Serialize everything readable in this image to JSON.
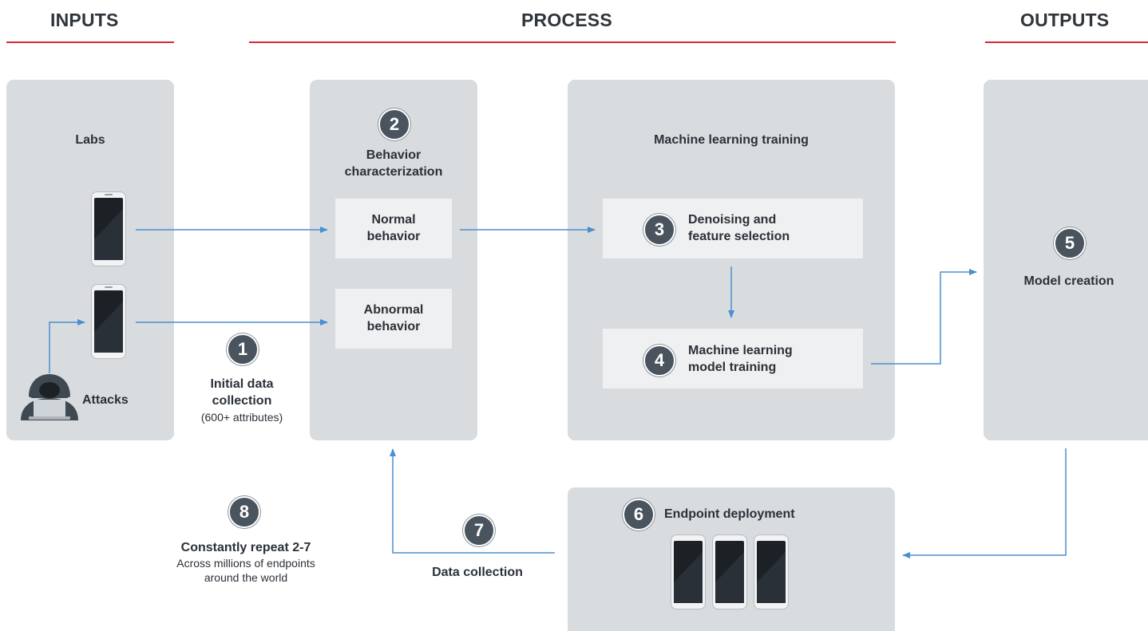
{
  "headers": {
    "inputs": "INPUTS",
    "process": "PROCESS",
    "outputs": "OUTPUTS"
  },
  "inputs_panel": {
    "labs": "Labs",
    "attacks": "Attacks"
  },
  "steps": {
    "s1": {
      "num": "1",
      "title_line1": "Initial data",
      "title_line2": "collection",
      "note": "(600+ attributes)"
    },
    "s2": {
      "num": "2",
      "title_line1": "Behavior",
      "title_line2": "characterization"
    },
    "normal": {
      "line1": "Normal",
      "line2": "behavior"
    },
    "abnormal": {
      "line1": "Abnormal",
      "line2": "behavior"
    },
    "ml_title": "Machine learning training",
    "s3": {
      "num": "3",
      "line1": "Denoising and",
      "line2": "feature selection"
    },
    "s4": {
      "num": "4",
      "line1": "Machine learning",
      "line2": "model training"
    },
    "s5": {
      "num": "5",
      "title": "Model creation"
    },
    "s6": {
      "num": "6",
      "title": "Endpoint deployment"
    },
    "s7": {
      "num": "7",
      "title": "Data collection"
    },
    "s8": {
      "num": "8",
      "title": "Constantly repeat 2-7",
      "note_line1": "Across millions of endpoints",
      "note_line2": "around the world"
    }
  },
  "colors": {
    "accent_rule": "#d8273a",
    "arrow": "#4a8fd0",
    "panel": "#d8dcdf",
    "inner_box": "#eef0f1",
    "badge": "#4a545e"
  }
}
